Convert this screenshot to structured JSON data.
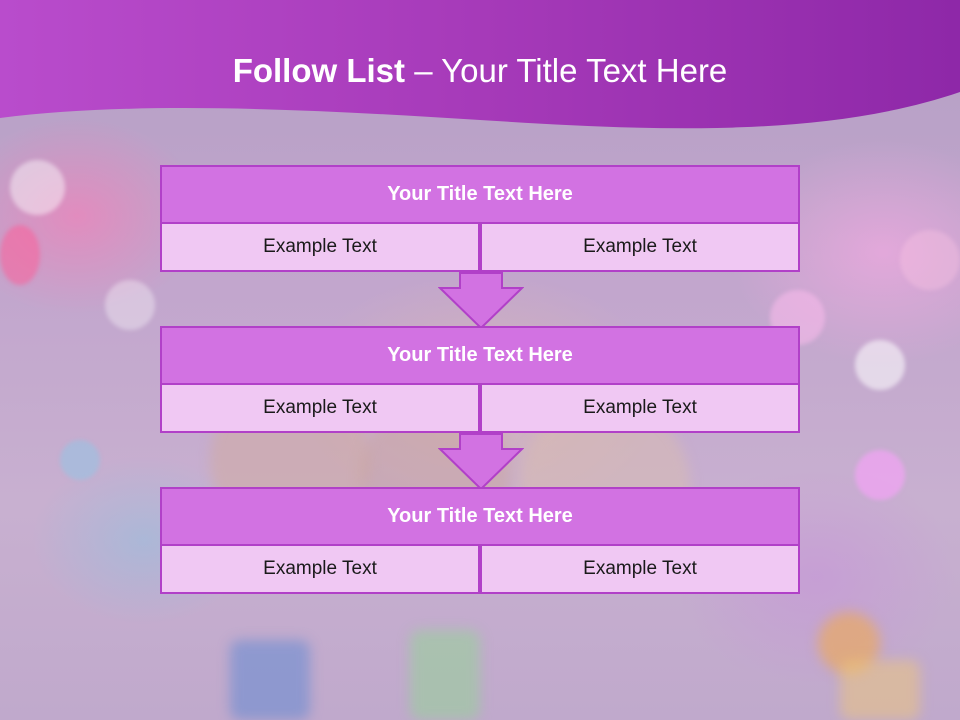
{
  "slide": {
    "title_bold": "Follow List",
    "title_rest": " – Your Title Text Here",
    "colors": {
      "header": "#b23fc6",
      "block_title": "#d272e2",
      "block_border": "#b140c8",
      "cell": "#f0c8f3"
    }
  },
  "blocks": [
    {
      "title": "Your Title Text Here",
      "left": "Example Text",
      "right": "Example Text"
    },
    {
      "title": "Your Title Text Here",
      "left": "Example Text",
      "right": "Example Text"
    },
    {
      "title": "Your Title Text Here",
      "left": "Example Text",
      "right": "Example Text"
    }
  ],
  "icons": [
    "down-arrow-icon",
    "down-arrow-icon"
  ]
}
